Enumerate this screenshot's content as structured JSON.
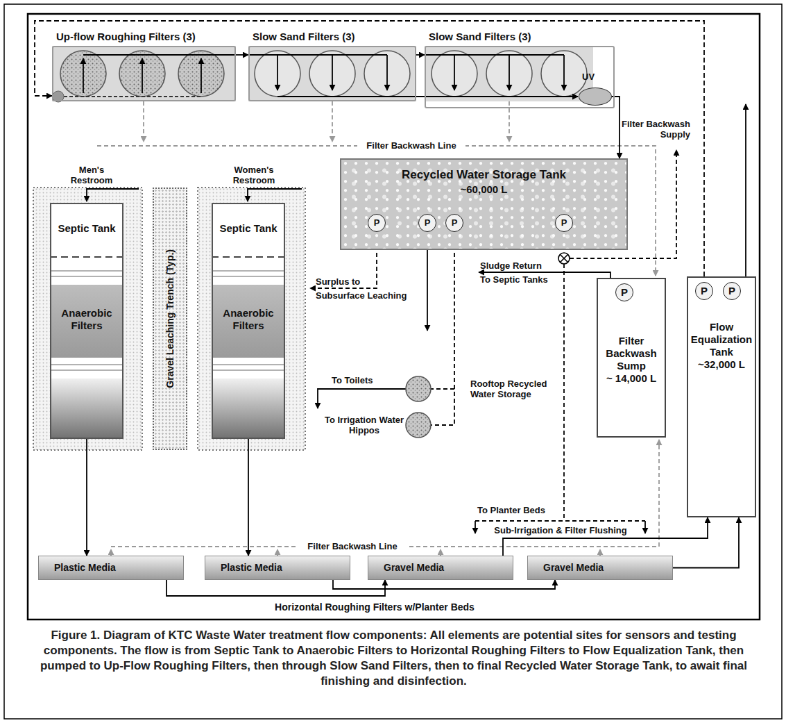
{
  "diagram": {
    "caption": "Figure 1. Diagram of KTC Waste Water treatment flow components: All elements are potential sites for sensors and testing components. The flow is from Septic Tank to Anaerobic Filters to Horizontal Roughing Filters to Flow Equalization Tank, then pumped to Up-Flow Roughing Filters, then through Slow Sand Filters, then to final Recycled Water Storage Tank, to await final finishing and disinfection.",
    "nodes": [
      {
        "text": [
          "Up-flow Roughing Filters (3)"
        ]
      },
      {
        "text": [
          "Slow Sand Filters (3)"
        ]
      },
      {
        "text": [
          "Slow Sand Filters (3)"
        ]
      },
      {
        "text": [
          "UV"
        ],
        "in": 2
      },
      {
        "text": [
          "Recycled Water Storage Tank",
          "~60,000 L"
        ]
      },
      {
        "text": [
          "P"
        ],
        "in": 4
      },
      {
        "text": [
          "P"
        ],
        "in": 4
      },
      {
        "text": [
          "P"
        ],
        "in": 4
      },
      {
        "text": [
          "P"
        ],
        "in": 4
      },
      {
        "text": [
          "Septic Tank",
          "Anaerobic Filters"
        ]
      },
      {
        "text": [
          "Gravel Leaching Trench (Typ.)"
        ]
      },
      {
        "text": [
          "Septic Tank",
          "Anaerobic Filters"
        ]
      },
      {
        "text": [
          "Filter Backwash Sump",
          "~ 14,000 L"
        ]
      },
      {
        "text": [
          "P"
        ],
        "in": 12
      },
      {
        "text": [
          "Flow Equalization Tank",
          "~32,000 L"
        ]
      },
      {
        "text": [
          "P"
        ],
        "in": 14
      },
      {
        "text": [
          "P"
        ],
        "in": 14
      },
      {
        "text": [
          "Plastic Media"
        ]
      },
      {
        "text": [
          "Plastic Media"
        ]
      },
      {
        "text": [
          "Gravel Media"
        ]
      },
      {
        "text": [
          "Gravel Media"
        ]
      }
    ],
    "edges": [
      {
        "from": 9,
        "to": 17,
        "arrow": "to"
      },
      {
        "from": 11,
        "to": 18,
        "arrow": "to"
      },
      {
        "from": 17,
        "to": 19,
        "arrow": "to"
      },
      {
        "from": 18,
        "to": 20,
        "arrow": "to"
      },
      {
        "from": 19,
        "to": 14,
        "arrow": "to"
      },
      {
        "from": 20,
        "to": 14,
        "arrow": "to"
      },
      {
        "from": 14,
        "to": 0,
        "arrow": "to"
      },
      {
        "from": 0,
        "to": 1,
        "arrow": "to"
      },
      {
        "from": 1,
        "to": 2,
        "arrow": "to"
      },
      {
        "from": 3,
        "to": 4,
        "arrow": "to"
      }
    ],
    "labels": [
      "Men's Restroom",
      "Women's Restroom",
      "Filter Backwash Supply",
      "Filter Backwash Line",
      "Surplus to",
      "Subsurface Leaching",
      "Sludge Return",
      "To Septic Tanks",
      "To Toilets",
      "Rooftop Recycled Water Storage",
      "To Irrigation Water Hippos",
      "To Planter Beds",
      "Sub-Irrigation & Filter Flushing",
      "Filter Backwash Line",
      "Horizontal Roughing Filters w/Planter Beds"
    ]
  }
}
